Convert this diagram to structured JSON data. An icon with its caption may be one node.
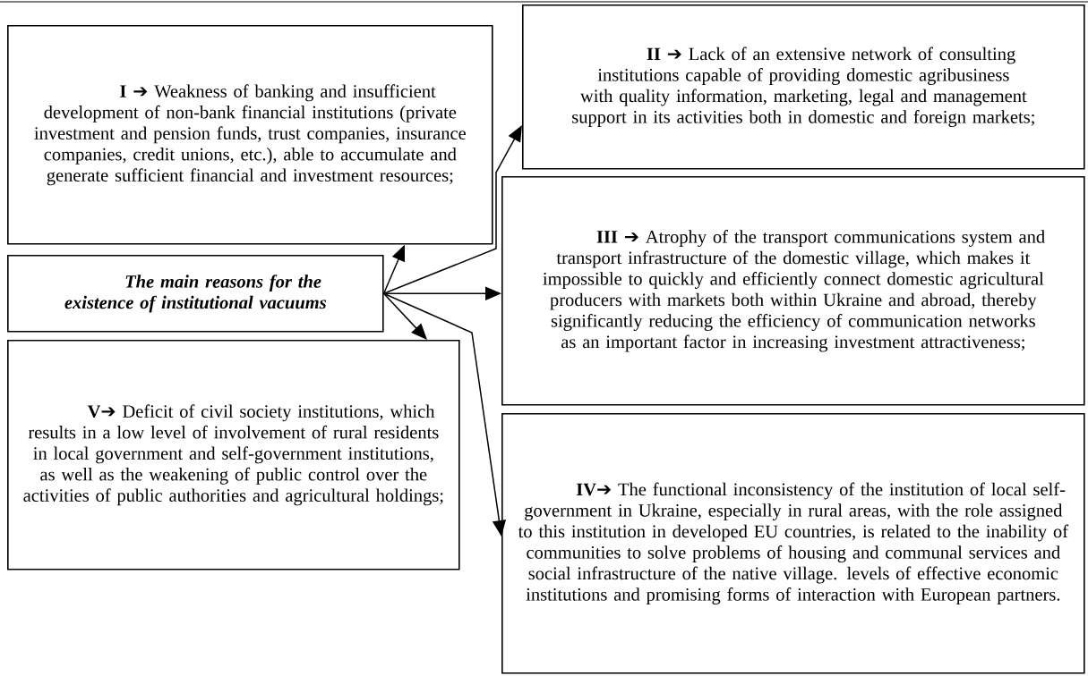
{
  "diagram": {
    "nodes": [
      {
        "text": [
          "**I ➔** Weakness of banking and insufficient development of non-bank financial institutions (private investment and pension funds, trust companies, insurance companies, credit unions, etc.), able to accumulate and generate sufficient financial and investment resources;"
        ]
      },
      {
        "text": [
          "**II ➔** Lack of an extensive network of consulting institutions capable of providing domestic agribusiness with quality information, marketing, legal and management support in its activities both in domestic and foreign markets;"
        ]
      },
      {
        "text": [
          "The main reasons for the existence of institutional vacuums"
        ]
      },
      {
        "text": [
          "**III ➔** Atrophy of the transport communications system and transport infrastructure of the domestic village, which makes it impossible to quickly and efficiently connect domestic agricultural producers with markets both within Ukraine and abroad, thereby significantly reducing the efficiency of communication networks as an important factor in increasing investment attractiveness;"
        ]
      },
      {
        "text": [
          "**V➔** Deficit of civil society institutions, which results in a low level of involvement of rural residents in local government and self-government institutions, as well as the weakening of public control over the activities of public authorities and agricultural holdings;"
        ]
      },
      {
        "text": [
          "**IV➔** The functional inconsistency of the institution of local self-government in Ukraine, especially in rural areas, with the role assigned to this institution in developed EU countries, is related to the inability of communities to solve problems of housing and communal services and social infrastructure of the native village. levels of effective economic institutions and promising forms of interaction with European partners."
        ]
      }
    ],
    "edges": [
      {
        "from": 2,
        "to": 0,
        "arrow": "to"
      },
      {
        "from": 2,
        "to": 1,
        "arrow": "to"
      },
      {
        "from": 2,
        "to": 3,
        "arrow": "to"
      },
      {
        "from": 2,
        "to": 4,
        "arrow": "to"
      },
      {
        "from": 2,
        "to": 5,
        "arrow": "to"
      }
    ]
  }
}
